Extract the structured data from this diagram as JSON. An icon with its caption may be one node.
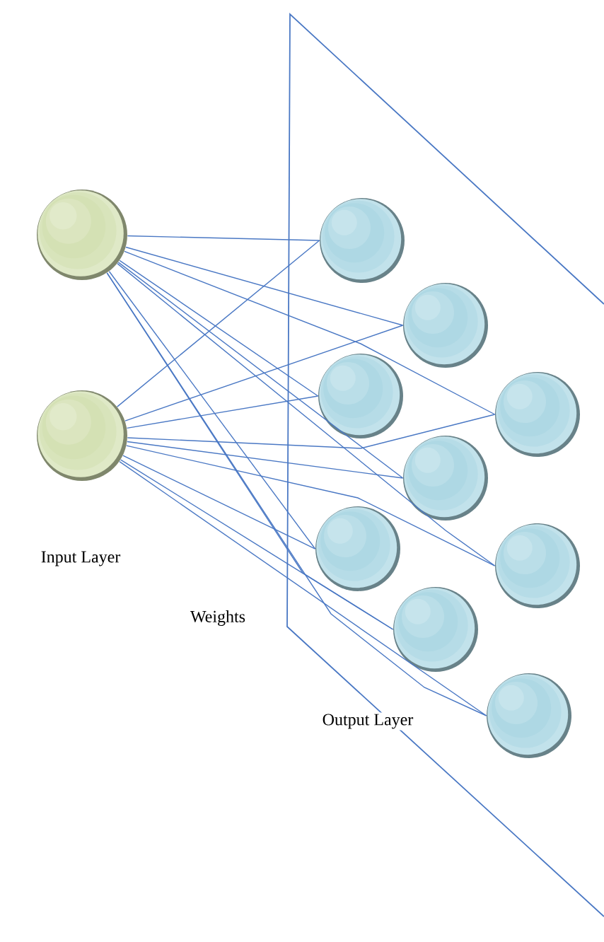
{
  "diagram": {
    "nodes": [
      {
        "text": [],
        "shape": "circle"
      },
      {
        "text": [],
        "shape": "circle"
      },
      {
        "text": [],
        "shape": "circle"
      },
      {
        "text": [],
        "shape": "circle"
      },
      {
        "text": [],
        "shape": "circle"
      },
      {
        "text": [],
        "shape": "circle"
      },
      {
        "text": [],
        "shape": "circle"
      },
      {
        "text": [],
        "shape": "circle"
      },
      {
        "text": [],
        "shape": "circle"
      },
      {
        "text": [],
        "shape": "circle"
      },
      {
        "text": [],
        "shape": "circle"
      }
    ],
    "edges": [
      {
        "from": 0,
        "to": 2,
        "arrow": "none"
      },
      {
        "from": 0,
        "to": 3,
        "arrow": "none"
      },
      {
        "from": 0,
        "to": 4,
        "arrow": "none"
      },
      {
        "from": 0,
        "to": 5,
        "arrow": "none"
      },
      {
        "from": 0,
        "to": 6,
        "arrow": "none"
      },
      {
        "from": 0,
        "to": 7,
        "arrow": "none"
      },
      {
        "from": 0,
        "to": 8,
        "arrow": "none"
      },
      {
        "from": 0,
        "to": 9,
        "arrow": "none"
      },
      {
        "from": 0,
        "to": 10,
        "arrow": "none"
      },
      {
        "from": 1,
        "to": 2,
        "arrow": "none"
      },
      {
        "from": 1,
        "to": 3,
        "arrow": "none"
      },
      {
        "from": 1,
        "to": 4,
        "arrow": "none"
      },
      {
        "from": 1,
        "to": 5,
        "arrow": "none"
      },
      {
        "from": 1,
        "to": 6,
        "arrow": "none"
      },
      {
        "from": 1,
        "to": 7,
        "arrow": "none"
      },
      {
        "from": 1,
        "to": 8,
        "arrow": "none"
      },
      {
        "from": 1,
        "to": 9,
        "arrow": "none"
      },
      {
        "from": 1,
        "to": 10,
        "arrow": "none"
      }
    ],
    "labels": [
      "Input Layer",
      "Weights",
      "Output Layer"
    ]
  }
}
